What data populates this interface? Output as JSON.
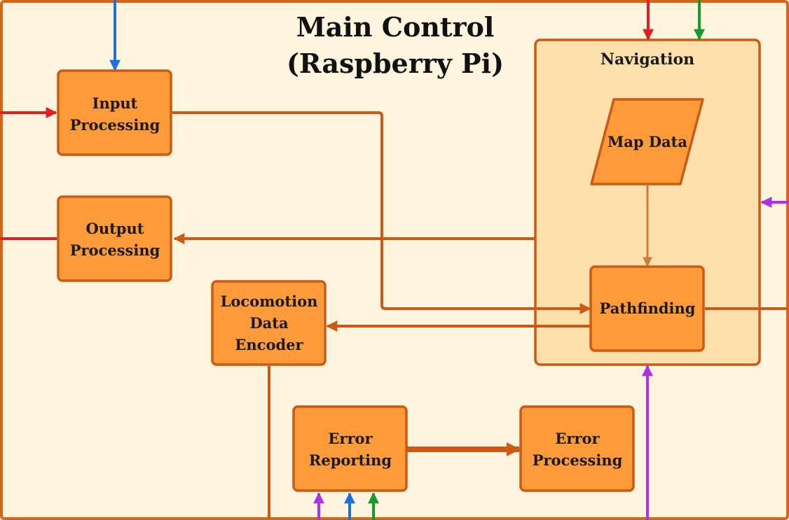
{
  "title": {
    "line1": "Main Control",
    "line2": "(Raspberry Pi)"
  },
  "navigation": {
    "label": "Navigation",
    "map_data": "Map Data",
    "pathfinding": "Pathfinding"
  },
  "blocks": {
    "input_processing": [
      "Input",
      "Processing"
    ],
    "output_processing": [
      "Output",
      "Processing"
    ],
    "locomotion_encoder": [
      "Locomotion",
      "Data",
      "Encoder"
    ],
    "error_reporting": [
      "Error",
      "Reporting"
    ],
    "error_processing": [
      "Error",
      "Processing"
    ]
  },
  "colors": {
    "background": "#fff5de",
    "outer_border": "#d4651a",
    "box_fill": "#fd9a3a",
    "box_border": "#cc5a14",
    "navigation_fill": "#fde0ab",
    "flow_line": "#cc5a14",
    "red_signal": "#e02020",
    "blue_signal": "#1f6fe0",
    "green_signal": "#179b2a",
    "purple_signal": "#b030e8"
  }
}
